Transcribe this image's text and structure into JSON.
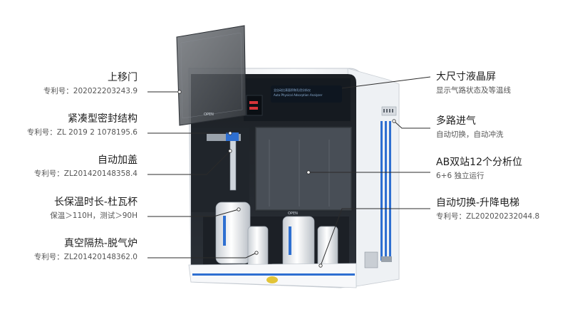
{
  "callouts": {
    "upper_door": {
      "title": "上移门",
      "sub": "专利号：202022203243.9"
    },
    "compact_seal": {
      "title": "紧凑型密封结构",
      "sub": "专利号：ZL 2019 2 1078195.6"
    },
    "auto_cap": {
      "title": "自动加盖",
      "sub": "专利号：ZL201420148358.4"
    },
    "dewar": {
      "title": "长保温时长-杜瓦杯",
      "sub": "保温＞110H，测试＞90H"
    },
    "vacuum_furnace": {
      "title": "真空隔热-脱气炉",
      "sub": "专利号：ZL201420148362.0"
    },
    "lcd": {
      "title": "大尺寸液晶屏",
      "sub": "显示气路状态及等温线"
    },
    "multi_gas": {
      "title": "多路进气",
      "sub": "自动切换，自动冲洗"
    },
    "ab_station": {
      "title": "AB双站12个分析位",
      "sub": "6+6 独立运行"
    },
    "auto_lift": {
      "title": "自动切换-升降电梯",
      "sub": "专利号：ZL202020232044.8"
    }
  },
  "device": {
    "open_label_1": "OPEN",
    "open_label_2": "OPEN",
    "panel_text": "全自动比表面积和孔径分析仪",
    "panel_text_en": "Auto Physical Adsorption Analyzer",
    "accent_color": "#1a63c8",
    "body_color": "#f3f5f7"
  }
}
